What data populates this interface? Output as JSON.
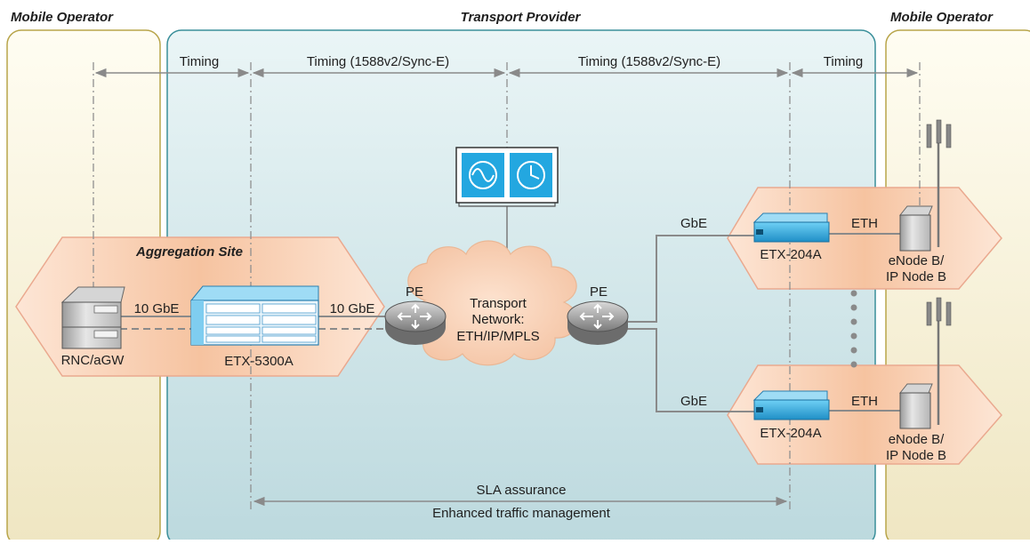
{
  "zones": {
    "left_operator": "Mobile Operator",
    "transport": "Transport Provider",
    "right_operator": "Mobile Operator",
    "aggregation_site": "Aggregation Site"
  },
  "timing": {
    "left": "Timing",
    "mid_left": "Timing (1588v2/Sync-E)",
    "mid_right": "Timing (1588v2/Sync-E)",
    "right": "Timing"
  },
  "links": {
    "rnc_to_etx": "10 GbE",
    "etx_to_pe": "10 GbE",
    "top_gbe": "GbE",
    "bottom_gbe": "GbE",
    "top_eth": "ETH",
    "bottom_eth": "ETH"
  },
  "devices": {
    "rnc": "RNC/aGW",
    "etx5300": "ETX-5300A",
    "pe_left": "PE",
    "pe_right": "PE",
    "etx204_top": "ETX-204A",
    "etx204_bottom": "ETX-204A",
    "enodeb_top_line1": "eNode B/",
    "enodeb_top_line2": "IP Node B",
    "enodeb_bottom_line1": "eNode B/",
    "enodeb_bottom_line2": "IP Node B"
  },
  "cloud": {
    "line1": "Transport",
    "line2": "Network:",
    "line3": "ETH/IP/MPLS"
  },
  "bottom": {
    "sla": "SLA assurance",
    "traffic": "Enhanced traffic management"
  },
  "colors": {
    "operator_fill": "#f7f3dc",
    "operator_border": "#b8a54a",
    "transport_fill": "#cfe3e6",
    "transport_border": "#3a8f9a",
    "hex_fill": "#f6c7a6",
    "hex_border": "#e9a98f",
    "device_blue": "#3fb3e6",
    "arrow_gray": "#888888"
  }
}
